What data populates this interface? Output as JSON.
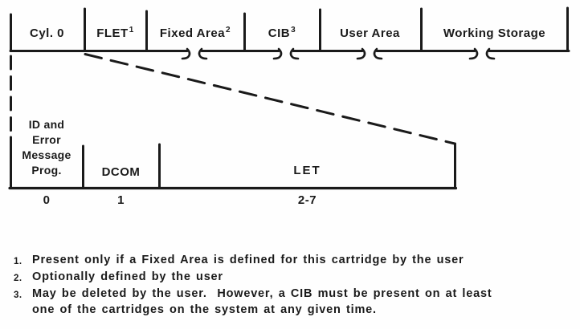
{
  "colors": {
    "background": "#fefefe",
    "ink": "#1a1a1a"
  },
  "top_bar": {
    "segments": [
      {
        "label": "Cyl. 0",
        "sup": ""
      },
      {
        "label": "FLET",
        "sup": "1"
      },
      {
        "label": "Fixed Area",
        "sup": "2"
      },
      {
        "label": "CIB",
        "sup": "3"
      },
      {
        "label": "User Area",
        "sup": ""
      },
      {
        "label": "Working Storage",
        "sup": ""
      }
    ]
  },
  "cyl0_detail": {
    "segments": [
      {
        "label": "ID and\nError\nMessage\nProg.",
        "cylinders": "0"
      },
      {
        "label": "DCOM",
        "cylinders": "1"
      },
      {
        "label": "LET",
        "cylinders": "2-7"
      }
    ]
  },
  "footnotes": [
    {
      "number": "1.",
      "text": "Present only if a Fixed Area is defined for this cartridge by the user"
    },
    {
      "number": "2.",
      "text": "Optionally defined by the user"
    },
    {
      "number": "3.",
      "text": "May be deleted by the user.  However, a CIB must be present on at least\none of the cartridges on the system at any given time."
    }
  ]
}
